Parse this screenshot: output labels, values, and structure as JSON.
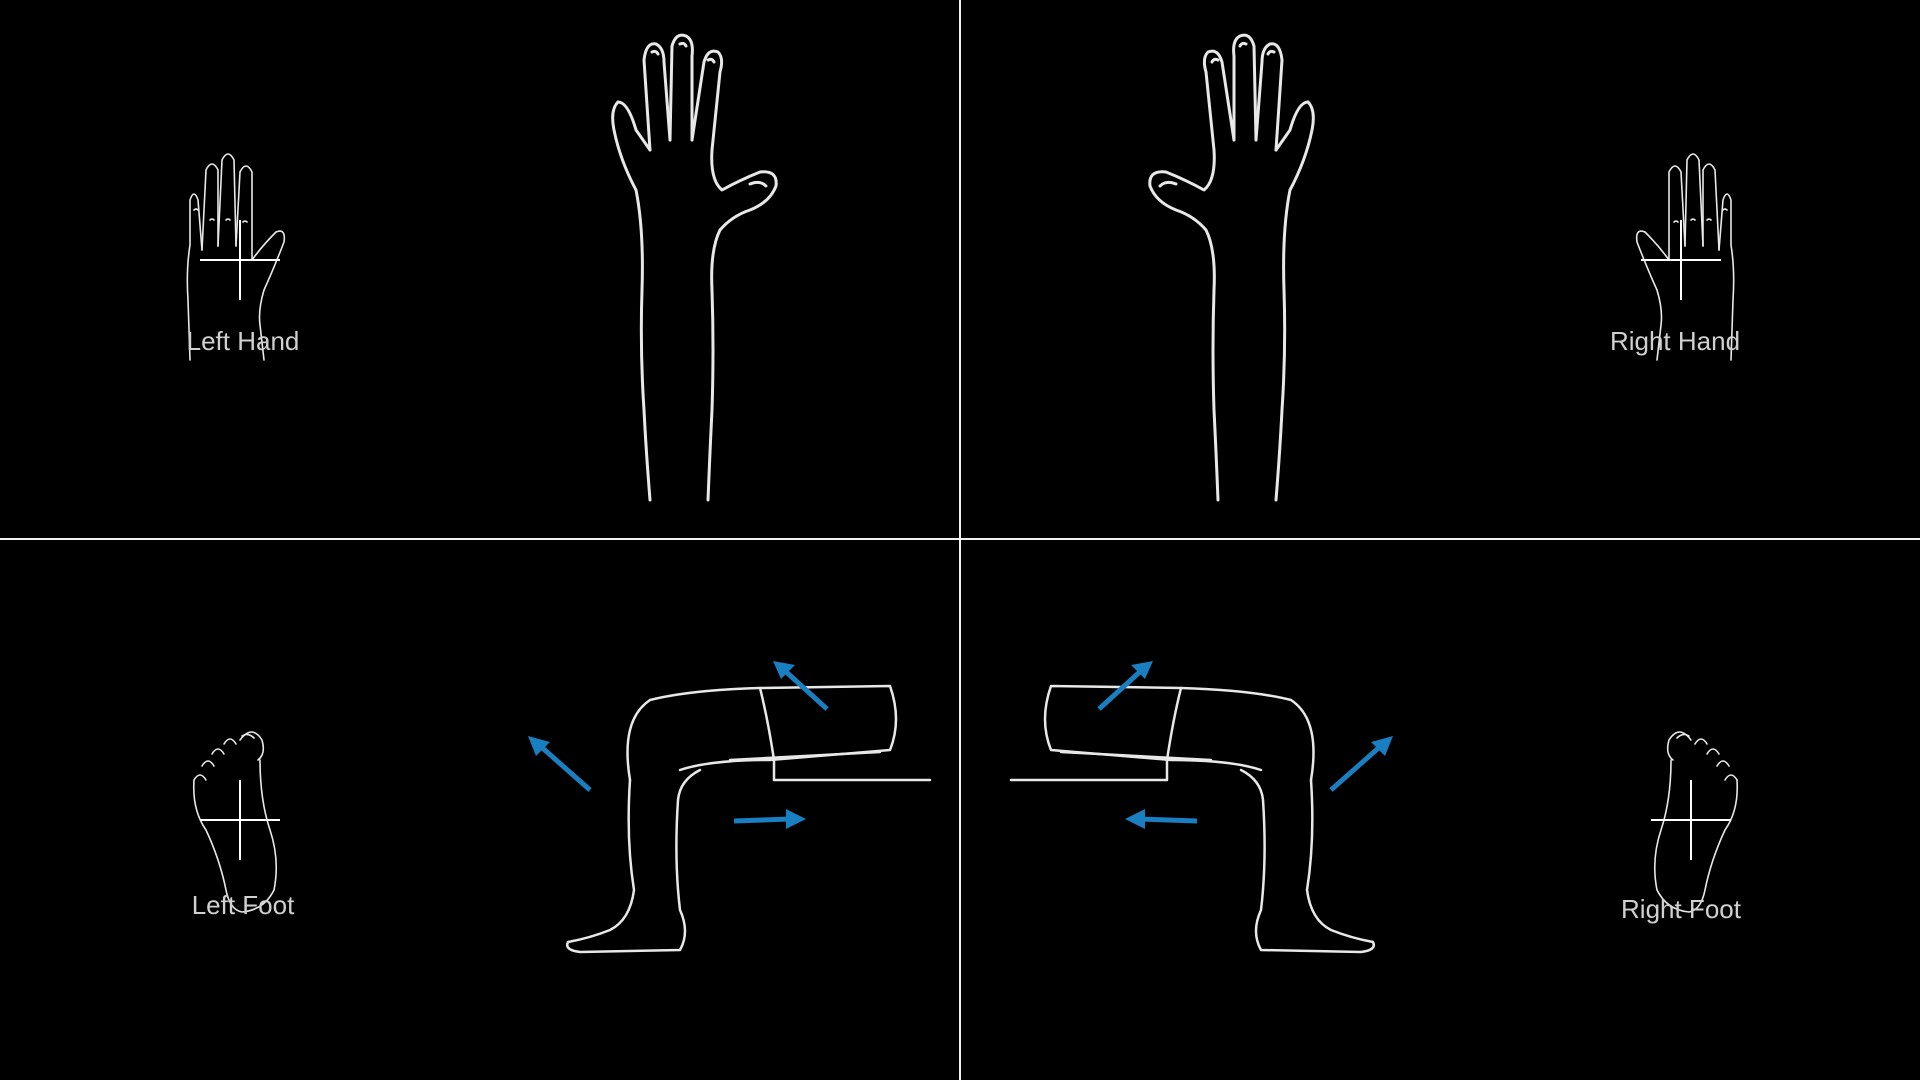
{
  "colors": {
    "background": "#000000",
    "divider": "#f2f2f2",
    "sketch_line": "#e8e8e8",
    "label_text": "#d0d0d0",
    "arrow": "#1a7fc0"
  },
  "quadrants": {
    "left_hand": {
      "label": "Left Hand",
      "icon": "left-hand-icon"
    },
    "right_hand": {
      "label": "Right Hand",
      "icon": "right-hand-icon"
    },
    "left_foot": {
      "label": "Left Foot",
      "icon": "left-foot-icon"
    },
    "right_foot": {
      "label": "Right Foot",
      "icon": "right-foot-icon"
    }
  }
}
